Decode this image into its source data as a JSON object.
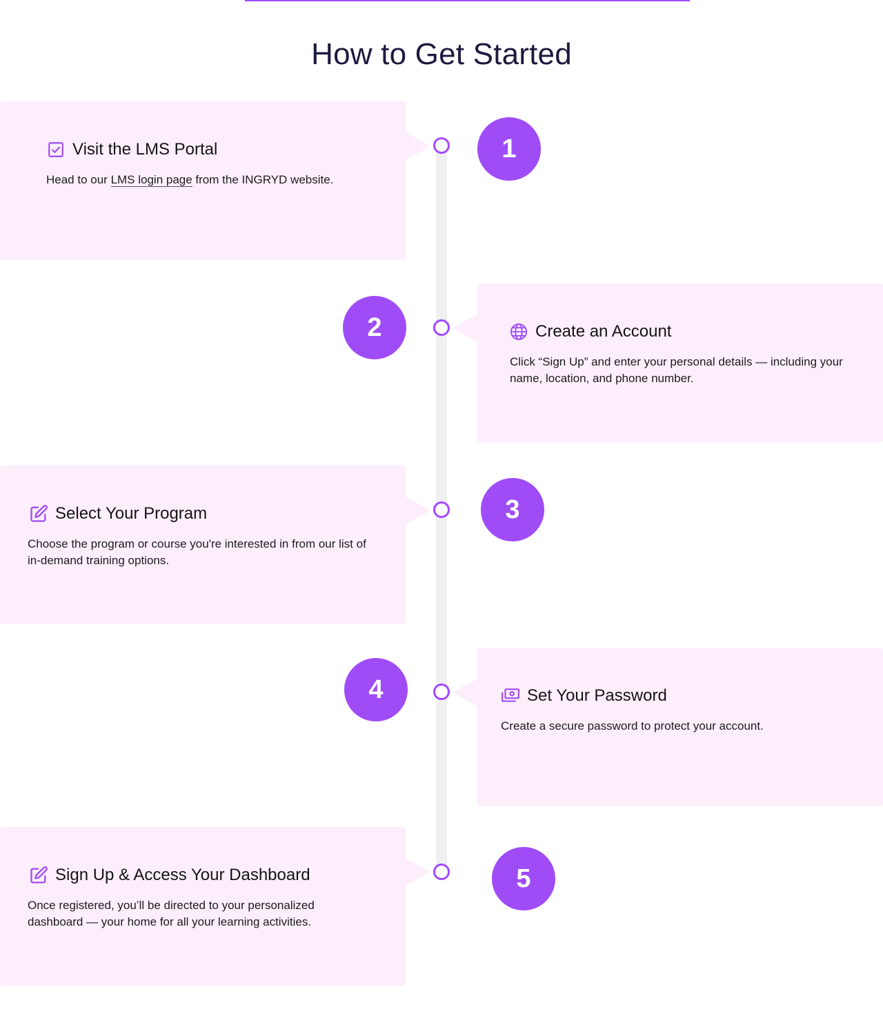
{
  "page": {
    "title": "How to Get Started"
  },
  "colors": {
    "accent": "#9f4cf6",
    "card_bg": "#fdeefc",
    "title": "#1d1a3f",
    "timeline": "#f0f0f0"
  },
  "steps": [
    {
      "number": "1",
      "icon": "checkbox-icon",
      "title": "Visit the LMS Portal",
      "body_prefix": "Head to our ",
      "link_text": "LMS login page",
      "body_suffix": " from the INGRYD website."
    },
    {
      "number": "2",
      "icon": "globe-icon",
      "title": "Create an Account",
      "body": "Click “Sign Up” and enter your personal details — including your name, location, and phone number."
    },
    {
      "number": "3",
      "icon": "edit-icon",
      "title": "Select Your Program",
      "body": "Choose the program or course you're interested in from our list of in-demand training options."
    },
    {
      "number": "4",
      "icon": "money-icon",
      "title": "Set Your Password",
      "body": "Create a secure password to protect your account."
    },
    {
      "number": "5",
      "icon": "edit-icon",
      "title": "Sign Up & Access Your Dashboard",
      "body": "Once registered, you’ll be directed to your personalized dashboard — your home for all your learning activities."
    }
  ]
}
